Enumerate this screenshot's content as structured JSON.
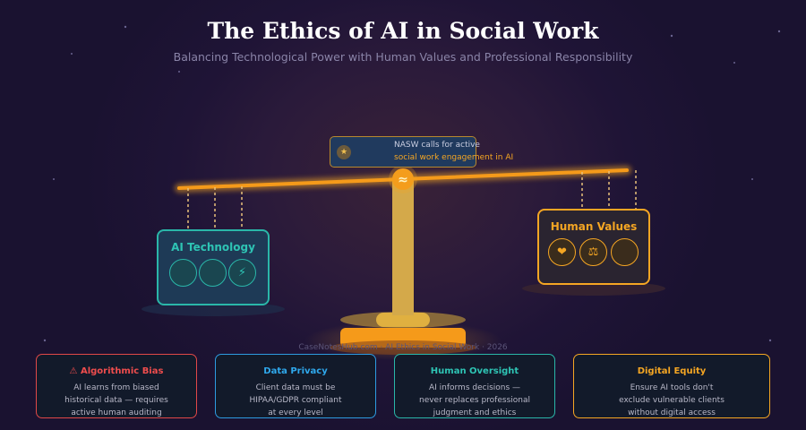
{
  "header": {
    "title": "The Ethics of AI in Social Work",
    "subtitle": "Balancing Technological Power with Human Values and Professional Responsibility"
  },
  "banner": {
    "line1": "NASW calls for active",
    "line2": "social work engagement in AI",
    "icon": "star-icon"
  },
  "scale": {
    "left_pan": {
      "label": "AI Technology",
      "icons": [
        "",
        "",
        "⚡"
      ],
      "color": "#2ab7a9"
    },
    "right_pan": {
      "label": "Human Values",
      "icons": [
        "❤",
        "⚖",
        ""
      ],
      "color": "#f5a623"
    },
    "pivot_glyph": "≈"
  },
  "footer": {
    "credit": "CaseNotesHub.com · AI Ethics in Social Work · 2026"
  },
  "cards": [
    {
      "title": "⚠ Algorithmic Bias",
      "lines": [
        "AI learns from biased",
        "historical data — requires",
        "active human auditing"
      ],
      "color": "#e04848"
    },
    {
      "title": "Data Privacy",
      "lines": [
        "Client data must be",
        "HIPAA/GDPR compliant",
        "at every level"
      ],
      "color": "#2d9be0"
    },
    {
      "title": "Human Oversight",
      "lines": [
        "AI informs decisions —",
        "never replaces professional",
        "judgment and ethics"
      ],
      "color": "#2ab7a9"
    },
    {
      "title": "Digital Equity",
      "lines": [
        "Ensure AI tools don't",
        "exclude vulnerable clients",
        "without digital access"
      ],
      "color": "#f5a623"
    }
  ]
}
